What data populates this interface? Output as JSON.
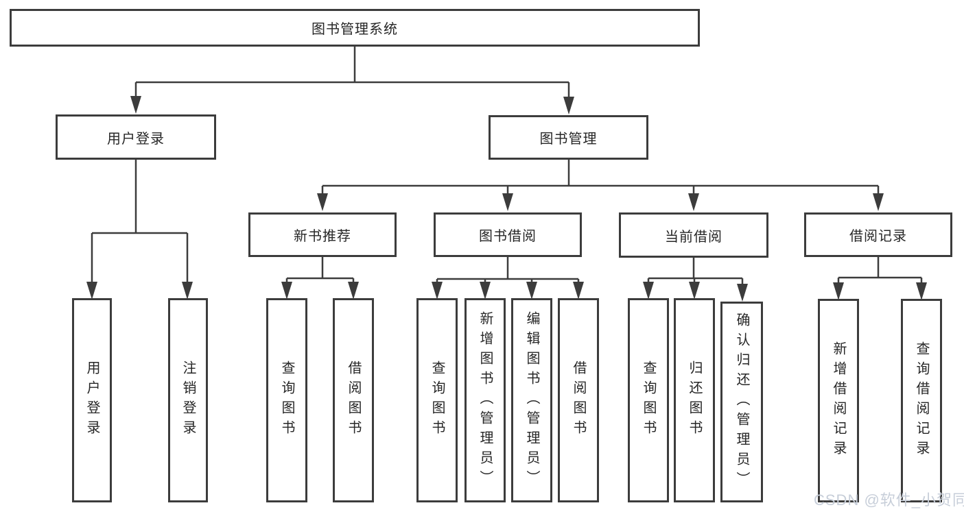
{
  "nodes": {
    "root": "图书管理系统",
    "user_login_module": "用户登录",
    "book_management": "图书管理",
    "new_book_recommend": "新书推荐",
    "book_borrow": "图书借阅",
    "current_borrow": "当前借阅",
    "borrow_records": "借阅记录",
    "leaf_user_login": "用户登录",
    "leaf_logout": "注销登录",
    "leaf_query_books_recommend": "查询图书",
    "leaf_borrow_books_recommend": "借阅图书",
    "leaf_query_books_borrow": "查询图书",
    "leaf_add_book_admin": "新增图书（管理员）",
    "leaf_edit_book_admin": "编辑图书（管理员）",
    "leaf_borrow_books_borrow": "借阅图书",
    "leaf_query_books_current": "查询图书",
    "leaf_return_book": "归还图书",
    "leaf_confirm_return_admin": "确认归还（管理员）",
    "leaf_add_borrow_record": "新增借阅记录",
    "leaf_query_borrow_record": "查询借阅记录"
  },
  "watermark": "CSDN @软件_小贺同学"
}
